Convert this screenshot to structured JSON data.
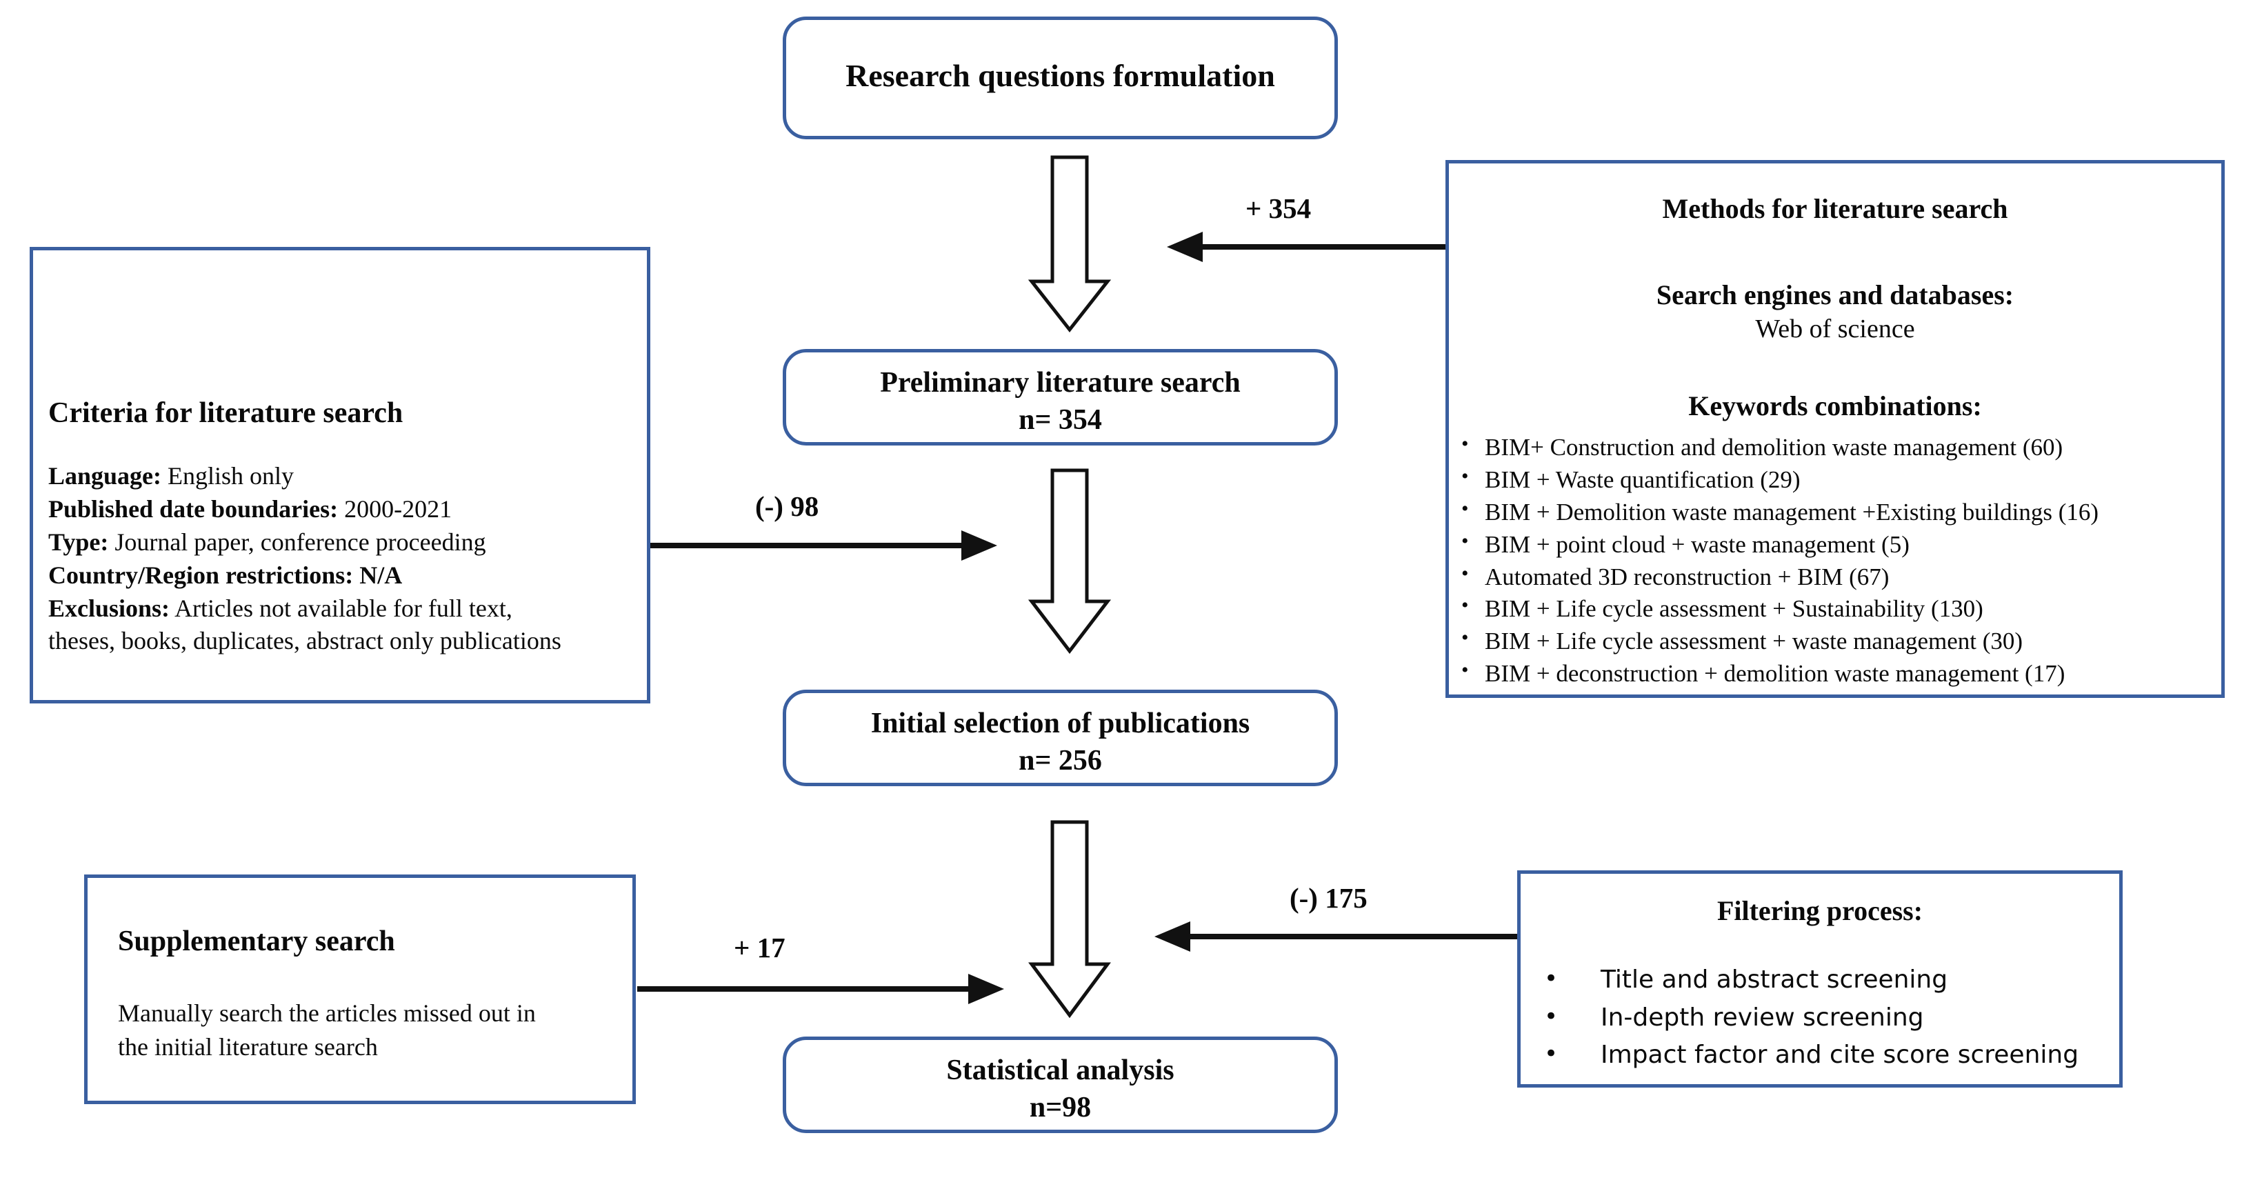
{
  "flow": {
    "nodes": [
      {
        "id": "research-questions",
        "lines": [
          "Research questions formulation"
        ]
      },
      {
        "id": "preliminary-search",
        "lines": [
          "Preliminary literature search",
          "n= 354"
        ]
      },
      {
        "id": "initial-selection",
        "lines": [
          "Initial selection of publications",
          "n= 256"
        ]
      },
      {
        "id": "statistical-analysis",
        "lines": [
          "Statistical analysis",
          "n=98"
        ]
      }
    ],
    "edge_labels": {
      "plus_354": "+ 354",
      "minus_98": "(-) 98",
      "plus_17": "+ 17",
      "minus_175": "(-) 175"
    }
  },
  "methods_panel": {
    "title": "Methods for literature search",
    "engines_heading": "Search engines and databases:",
    "engines_value": "Web of science",
    "keywords_heading": "Keywords combinations:",
    "keywords": [
      "BIM+ Construction and demolition waste management (60)",
      "BIM + Waste quantification (29)",
      "BIM + Demolition waste management +Existing buildings (16)",
      "BIM + point cloud + waste management (5)",
      "Automated 3D reconstruction + BIM (67)",
      "BIM + Life cycle assessment + Sustainability (130)",
      "BIM + Life cycle assessment + waste management (30)",
      "BIM + deconstruction + demolition waste management (17)"
    ],
    "bullet_glyph": "•"
  },
  "criteria_panel": {
    "title": "Criteria for literature search",
    "rows": [
      {
        "label": "Language:",
        "value": "English only"
      },
      {
        "label": "Published date boundaries:",
        "value": "2000-2021"
      },
      {
        "label": "Type:",
        "value": "Journal paper, conference proceeding"
      },
      {
        "label": "Country/Region restrictions:",
        "value": "N/A",
        "value_bold": true
      },
      {
        "label": "Exclusions:",
        "value": "Articles not available for full text,"
      }
    ],
    "wrap_line": "theses, books, duplicates, abstract only publications"
  },
  "supplementary_panel": {
    "title": "Supplementary search",
    "body_lines": [
      "Manually search the articles missed out in",
      "the initial literature search"
    ]
  },
  "filtering_panel": {
    "title": "Filtering process:",
    "items": [
      "Title and abstract screening",
      "In-depth review screening",
      "Impact factor and cite score screening"
    ],
    "bullet_glyph": "•"
  },
  "colors": {
    "box_border": "#3A5FA0",
    "arrow_stroke": "#111111",
    "text": "#0a0a0a",
    "background": "#ffffff"
  }
}
